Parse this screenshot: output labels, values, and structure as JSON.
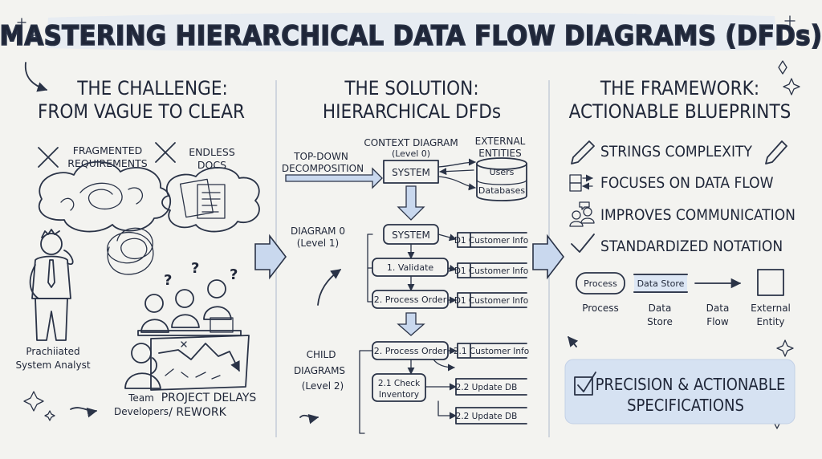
{
  "title": "MASTERING HIERARCHICAL DATA FLOW DIAGRAMS (DFDs)",
  "challenge": {
    "heading_line1": "THE CHALLENGE:",
    "heading_line2": "FROM VAGUE TO CLEAR",
    "fragmented_line1": "FRAGMENTED",
    "fragmented_line2": "REQUIREMENTS",
    "endless_line1": "ENDLESS",
    "endless_line2": "DOCS",
    "analyst_line1": "Prachiiated",
    "analyst_line2": "System Analyst",
    "team_line1": "Team",
    "team_line2": "Developers",
    "delays_line1": "PROJECT DELAYS",
    "delays_line2": "/ REWORK"
  },
  "solution": {
    "heading_line1": "THE SOLUTION:",
    "heading_line2": "HIERARCHICAL DFDs",
    "topdown_line1": "TOP-DOWN",
    "topdown_line2": "DECOMPOSITION",
    "context_line1": "CONTEXT DIAGRAM",
    "context_line2": "(Level 0)",
    "external_line1": "EXTERNAL",
    "external_line2": "ENTITIES",
    "system_label": "SYSTEM",
    "users_label": "Users",
    "databases_label": "Databases",
    "diagram0_line1": "DIAGRAM 0",
    "diagram0_line2": "(Level 1)",
    "level1_system": "SYSTEM",
    "validate": "1. Validate",
    "process_order": "2. Process Order",
    "d1_a": "D1 Customer Info",
    "d1_b": "D1 Customer Info",
    "d1_c": "D1 Customer Info",
    "child_line1": "CHILD",
    "child_line2": "DIAGRAMS",
    "child_line3": "(Level 2)",
    "process_order2": "2. Process Order",
    "check_line1": "2.1 Check",
    "check_line2": "Inventory",
    "store_21": "2.1 Customer Info",
    "update_a": "2.2 Update DB",
    "update_b": "2.2 Update DB"
  },
  "framework": {
    "heading_line1": "THE FRAMEWORK:",
    "heading_line2": "ACTIONABLE BLUEPRINTS",
    "benefits": [
      "STRINGS COMPLEXITY",
      "FOCUSES ON DATA FLOW",
      "IMPROVES COMMUNICATION",
      "STANDARDIZED NOTATION"
    ],
    "legend": {
      "process_shape": "Process",
      "store_shape": "Data Store",
      "process": "Process",
      "store_line1": "Data",
      "store_line2": "Store",
      "flow_line1": "Data",
      "flow_line2": "Flow",
      "entity_line1": "External",
      "entity_line2": "Entity"
    },
    "callout_line1": "PRECISION & ACTIONABLE",
    "callout_line2": "SPECIFICATIONS"
  },
  "colors": {
    "ink": "#2a3347",
    "accent": "#c9d8ee",
    "accent_light": "#dde7f5",
    "background": "#f3f3f0"
  }
}
